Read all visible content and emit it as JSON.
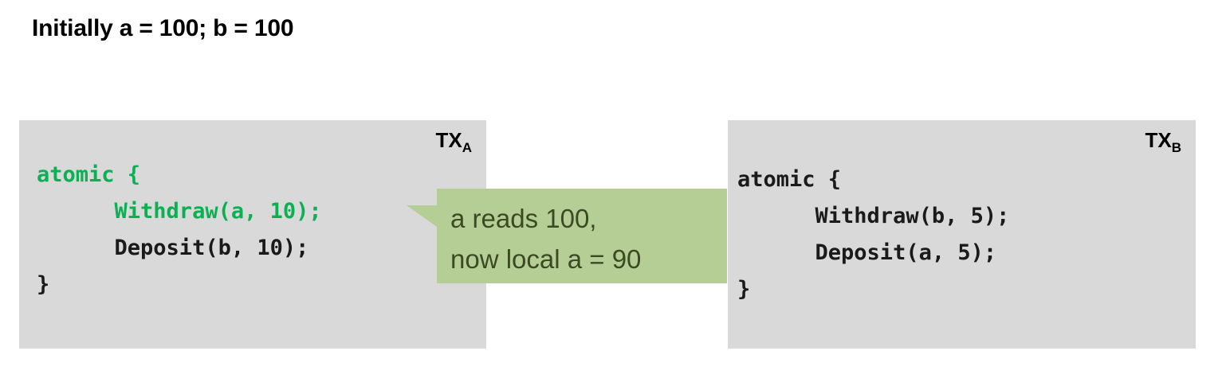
{
  "heading": "Initially a = 100; b = 100",
  "transactions": [
    {
      "id": "tx-a",
      "label_base": "TX",
      "label_sub": "A",
      "lines": [
        {
          "text": "atomic {",
          "color": "green"
        },
        {
          "text": "      Withdraw(a, 10);",
          "color": "green"
        },
        {
          "text": "      Deposit(b, 10);",
          "color": "black"
        },
        {
          "text": "}",
          "color": "black"
        }
      ]
    },
    {
      "id": "tx-b",
      "label_base": "TX",
      "label_sub": "B",
      "lines": [
        {
          "text": "atomic {",
          "color": "black"
        },
        {
          "text": "      Withdraw(b, 5);",
          "color": "black"
        },
        {
          "text": "      Deposit(a, 5);",
          "color": "black"
        },
        {
          "text": "}",
          "color": "black"
        }
      ]
    }
  ],
  "callout": {
    "line1": "a reads 100,",
    "line2": "now local a = 90"
  },
  "colors": {
    "box_background": "#d9d9d9",
    "code_green": "#0ab052",
    "code_black": "#1a1a1a",
    "callout_background": "#b5ce96",
    "callout_text": "#3b4a22",
    "page_background": "#ffffff"
  }
}
